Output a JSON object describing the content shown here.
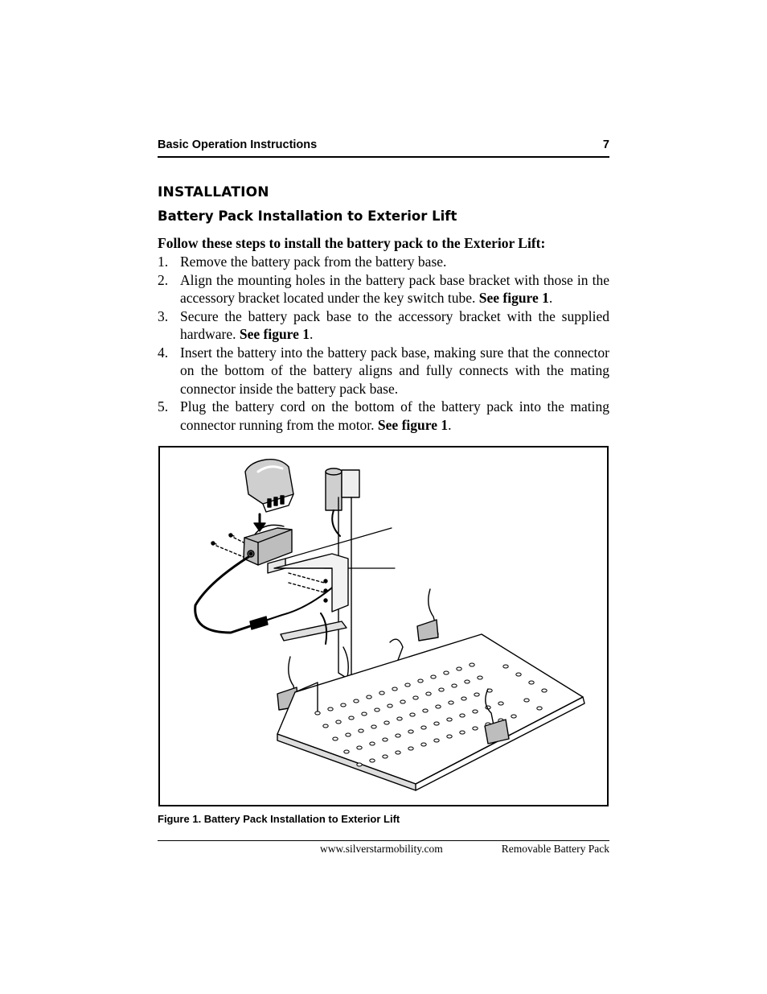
{
  "header": {
    "title": "Basic Operation Instructions",
    "page_number": "7"
  },
  "section_title": "INSTALLATION",
  "subsection_title": "Battery Pack Installation to Exterior Lift",
  "intro": "Follow these steps to install the battery pack to the Exterior Lift:",
  "steps": [
    {
      "num": "1.",
      "text": "Remove the battery pack from the battery base.",
      "ref": "",
      "end": ""
    },
    {
      "num": "2.",
      "text": "Align the mounting holes in the battery pack base bracket with those in the accessory bracket located under the key switch tube. ",
      "ref": "See figure 1",
      "end": "."
    },
    {
      "num": "3.",
      "text": "Secure the battery pack base to the accessory bracket with the supplied hardware. ",
      "ref": "See figure 1",
      "end": "."
    },
    {
      "num": "4.",
      "text": "Insert the battery into the battery pack base, making sure that the connector on the bottom of the battery aligns and fully connects with the mating connector inside the battery pack base.",
      "ref": "",
      "end": ""
    },
    {
      "num": "5.",
      "text": "Plug the battery cord on the bottom of the battery pack into the mating connector running from the motor. ",
      "ref": "See figure 1",
      "end": "."
    }
  ],
  "figure": {
    "caption": "Figure 1. Battery Pack Installation to Exterior Lift"
  },
  "footer": {
    "url": "www.silverstarmobility.com",
    "document": "Removable Battery Pack"
  }
}
